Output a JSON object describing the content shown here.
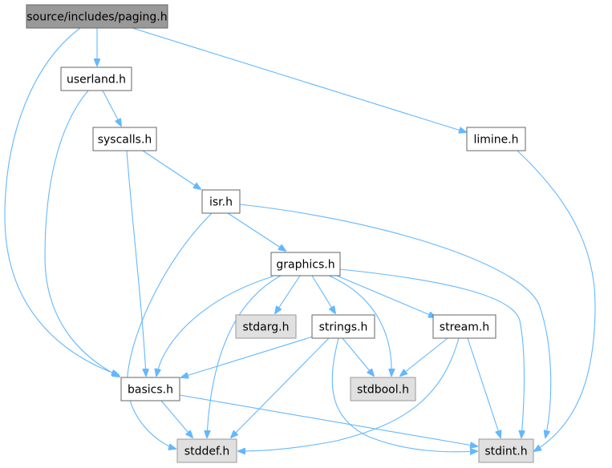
{
  "graph": {
    "nodes": [
      {
        "id": "paging",
        "label": "source/includes/paging.h",
        "fill": "#999999",
        "stroke": "#666666"
      },
      {
        "id": "userland",
        "label": "userland.h",
        "fill": "#ffffff",
        "stroke": "#666666"
      },
      {
        "id": "limine",
        "label": "limine.h",
        "fill": "#ffffff",
        "stroke": "#666666"
      },
      {
        "id": "syscalls",
        "label": "syscalls.h",
        "fill": "#ffffff",
        "stroke": "#666666"
      },
      {
        "id": "isr",
        "label": "isr.h",
        "fill": "#ffffff",
        "stroke": "#666666"
      },
      {
        "id": "graphics",
        "label": "graphics.h",
        "fill": "#ffffff",
        "stroke": "#666666"
      },
      {
        "id": "stdarg",
        "label": "stdarg.h",
        "fill": "#e0e0e0",
        "stroke": "#999999"
      },
      {
        "id": "strings",
        "label": "strings.h",
        "fill": "#ffffff",
        "stroke": "#666666"
      },
      {
        "id": "stream",
        "label": "stream.h",
        "fill": "#ffffff",
        "stroke": "#666666"
      },
      {
        "id": "basics",
        "label": "basics.h",
        "fill": "#ffffff",
        "stroke": "#666666"
      },
      {
        "id": "stdbool",
        "label": "stdbool.h",
        "fill": "#e0e0e0",
        "stroke": "#999999"
      },
      {
        "id": "stddef",
        "label": "stddef.h",
        "fill": "#e0e0e0",
        "stroke": "#999999"
      },
      {
        "id": "stdint",
        "label": "stdint.h",
        "fill": "#e0e0e0",
        "stroke": "#999999"
      }
    ],
    "edges": [
      {
        "from": "paging",
        "to": "userland"
      },
      {
        "from": "paging",
        "to": "basics"
      },
      {
        "from": "paging",
        "to": "limine"
      },
      {
        "from": "userland",
        "to": "syscalls"
      },
      {
        "from": "userland",
        "to": "basics"
      },
      {
        "from": "limine",
        "to": "stdint"
      },
      {
        "from": "syscalls",
        "to": "isr"
      },
      {
        "from": "syscalls",
        "to": "basics"
      },
      {
        "from": "isr",
        "to": "graphics"
      },
      {
        "from": "isr",
        "to": "stddef"
      },
      {
        "from": "isr",
        "to": "stdint"
      },
      {
        "from": "graphics",
        "to": "stdarg"
      },
      {
        "from": "graphics",
        "to": "strings"
      },
      {
        "from": "graphics",
        "to": "stream"
      },
      {
        "from": "graphics",
        "to": "basics"
      },
      {
        "from": "graphics",
        "to": "stdbool"
      },
      {
        "from": "graphics",
        "to": "stddef"
      },
      {
        "from": "graphics",
        "to": "stdint"
      },
      {
        "from": "strings",
        "to": "basics"
      },
      {
        "from": "strings",
        "to": "stdbool"
      },
      {
        "from": "strings",
        "to": "stddef"
      },
      {
        "from": "strings",
        "to": "stdint"
      },
      {
        "from": "stream",
        "to": "stdbool"
      },
      {
        "from": "stream",
        "to": "stddef"
      },
      {
        "from": "stream",
        "to": "stdint"
      },
      {
        "from": "basics",
        "to": "stddef"
      },
      {
        "from": "basics",
        "to": "stdint"
      }
    ],
    "edge_color": "#63b8ff"
  }
}
